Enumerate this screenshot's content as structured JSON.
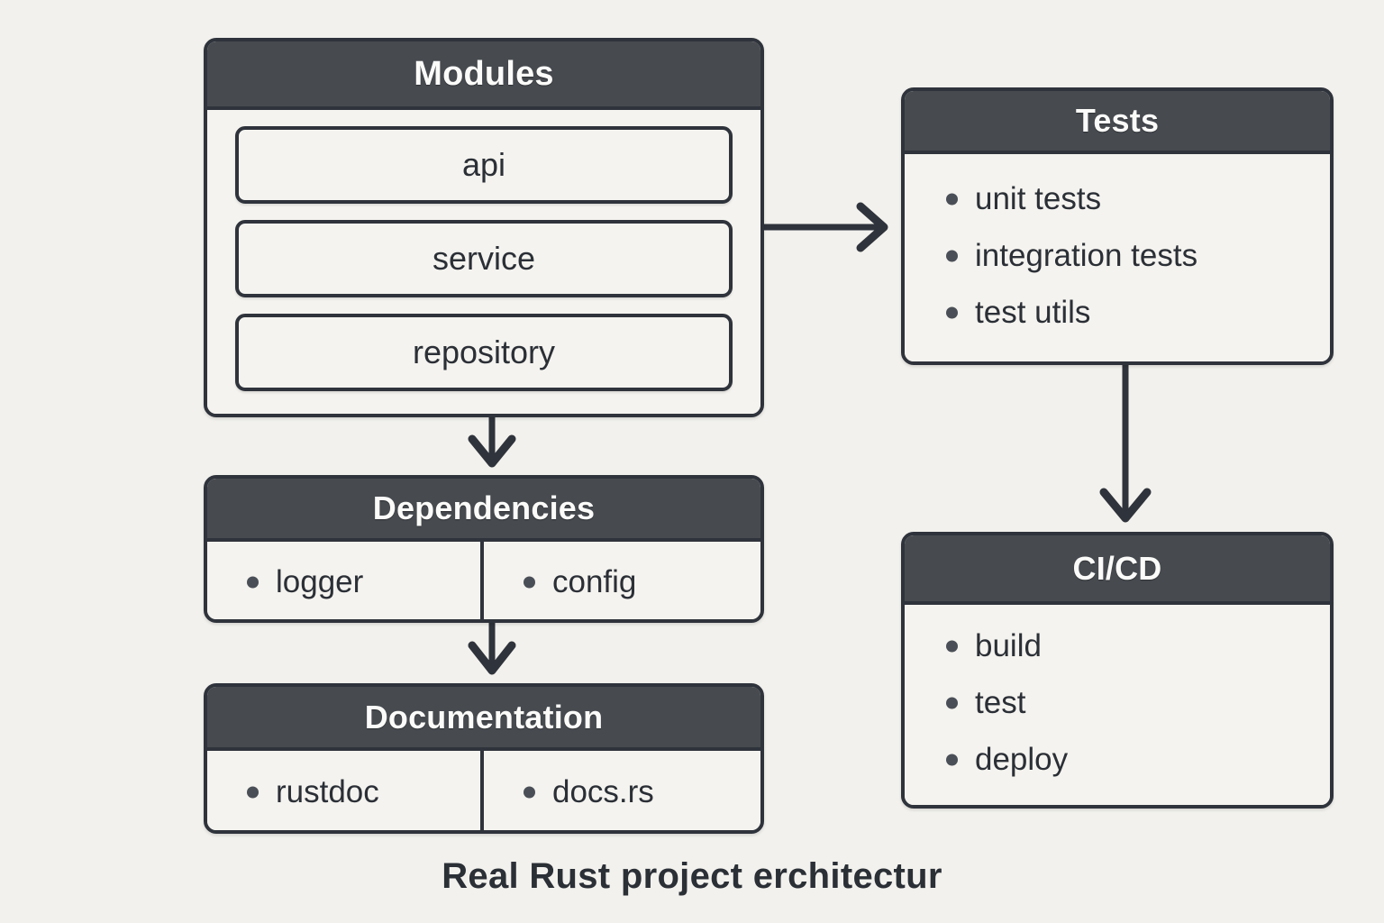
{
  "caption": "Real Rust project erchitectur",
  "colors": {
    "background": "#f2f1ed",
    "header_fill": "#474b50",
    "border": "#2f333b",
    "body_fill": "#f4f3ef",
    "text": "#2b2f36",
    "header_text": "#fbfbf9",
    "bullet": "#4a4f57"
  },
  "nodes": {
    "modules": {
      "title": "Modules",
      "items": [
        {
          "label": "api"
        },
        {
          "label": "service"
        },
        {
          "label": "repository"
        }
      ]
    },
    "tests": {
      "title": "Tests",
      "items": [
        {
          "label": "unit tests"
        },
        {
          "label": "integration tests"
        },
        {
          "label": "test utils"
        }
      ]
    },
    "dependencies": {
      "title": "Dependencies",
      "items": [
        {
          "label": "logger"
        },
        {
          "label": "config"
        }
      ]
    },
    "documentation": {
      "title": "Documentation",
      "items": [
        {
          "label": "rustdoc"
        },
        {
          "label": "docs.rs"
        }
      ]
    },
    "cicd": {
      "title": "CI/CD",
      "items": [
        {
          "label": "build"
        },
        {
          "label": "test"
        },
        {
          "label": "deploy"
        }
      ]
    }
  },
  "edges": [
    {
      "name": "modules-to-tests",
      "from": "modules",
      "to": "tests",
      "direction": "right"
    },
    {
      "name": "modules-to-dependencies",
      "from": "modules",
      "to": "dependencies",
      "direction": "down"
    },
    {
      "name": "dependencies-to-documentation",
      "from": "dependencies",
      "to": "documentation",
      "direction": "down"
    },
    {
      "name": "tests-to-cicd",
      "from": "tests",
      "to": "cicd",
      "direction": "down"
    }
  ]
}
